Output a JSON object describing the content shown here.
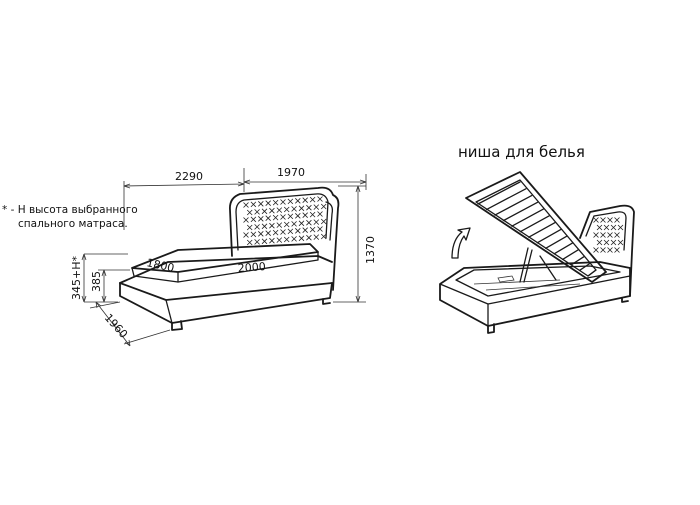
{
  "note": {
    "line1": "* - Н высота выбранного",
    "line2": "спального матраса."
  },
  "dimensions": {
    "length_total": "2290",
    "width_headboard": "1970",
    "headboard_height": "1370",
    "base_height": "345+H*",
    "mattress_level": "385",
    "width_total": "1960",
    "mattress_width": "1800",
    "mattress_length": "2000"
  },
  "caption": "ниша для белья",
  "colors": {
    "line": "#1a1a1a",
    "background": "#ffffff"
  },
  "icons": [
    "rotate-arrow-icon"
  ]
}
